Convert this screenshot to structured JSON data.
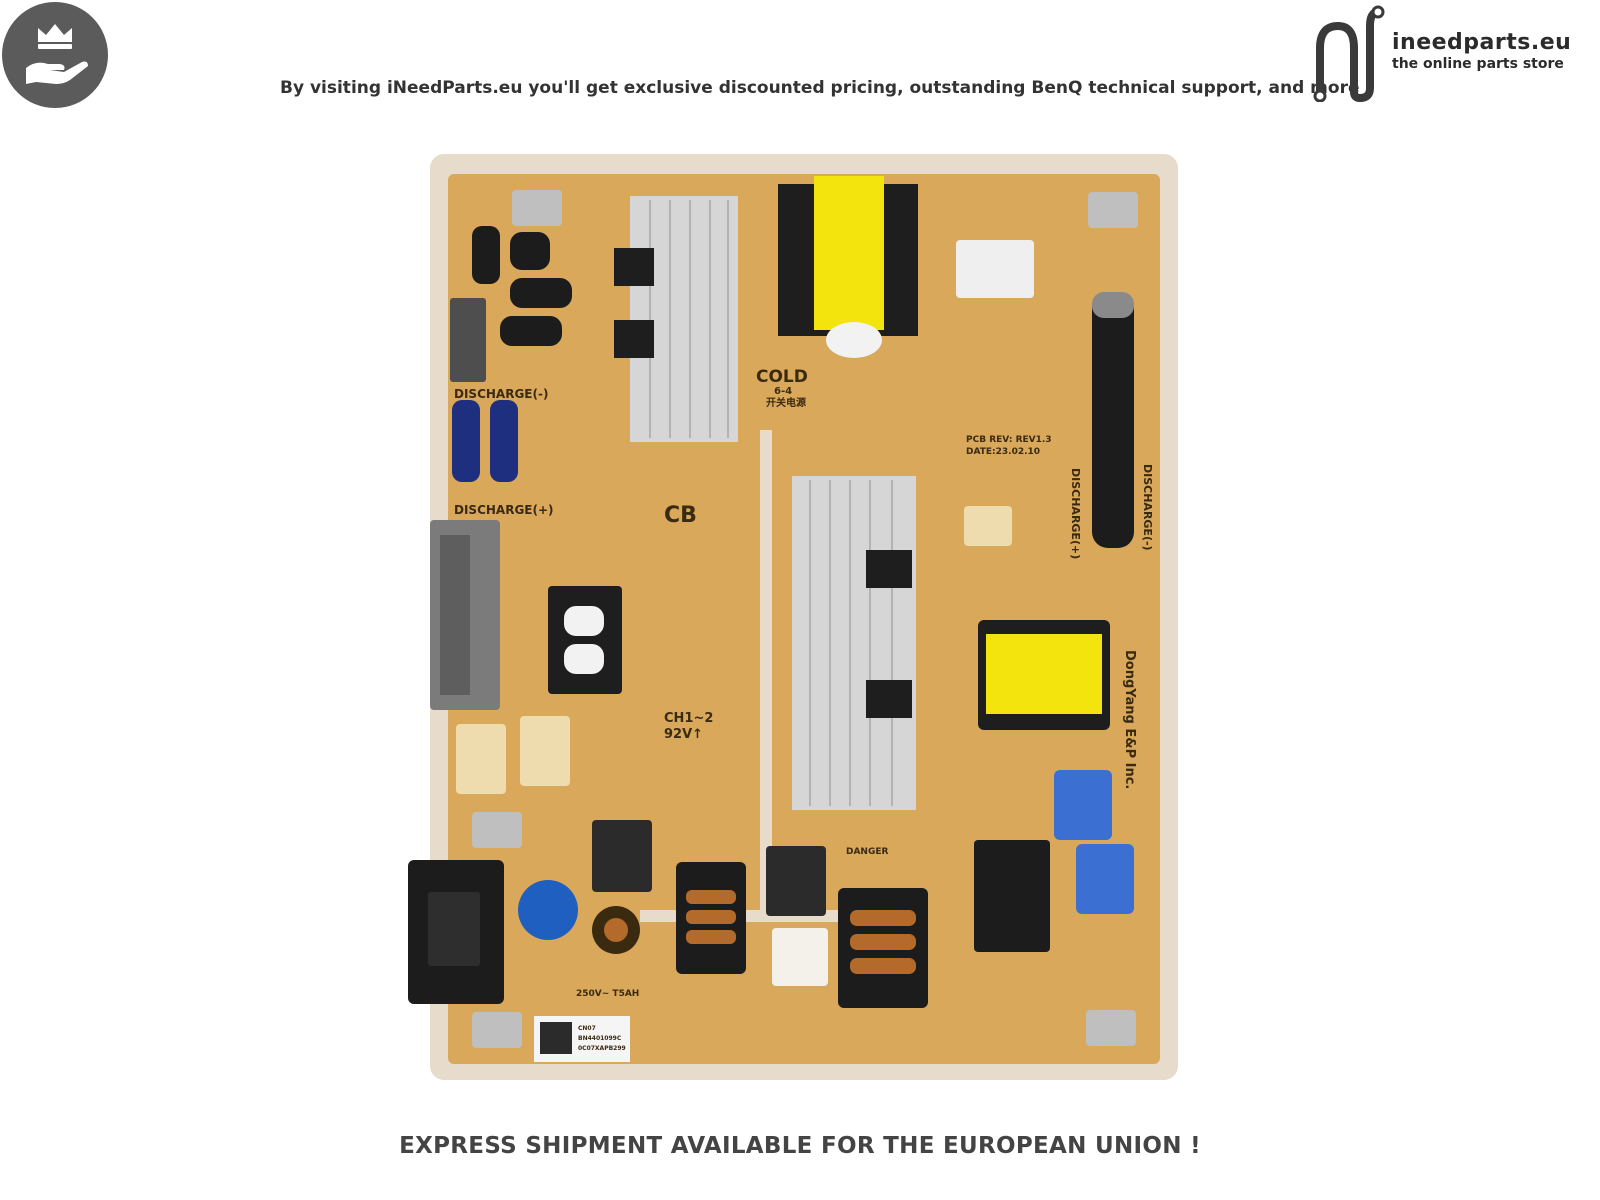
{
  "header": {
    "tagline": "By visiting iNeedParts.eu you'll get exclusive discounted pricing, outstanding BenQ technical support, and more",
    "badge_icon": "crown-hand-icon"
  },
  "logo": {
    "name": "ineedparts.eu",
    "tagline": "the online parts store",
    "icon": "plug-cable-icon"
  },
  "board": {
    "labels": {
      "discharge_minus_left": "DISCHARGE(-)",
      "discharge_plus_left": "DISCHARGE(+)",
      "cold": "COLD",
      "cold_sub": "6-4",
      "cold_cn": "开关电源",
      "cb": "CB",
      "ch": "CH1~2",
      "ch_v": "92V↑",
      "discharge_plus_right": "DISCHARGE(+)",
      "discharge_minus_right": "DISCHARGE(-)",
      "danger": "DANGER",
      "maker": "DongYang E&P Inc.",
      "pcb_rev": "PCB REV: REV1.3",
      "pcb_date": "DATE:23.02.10",
      "label_code": "BN4401099C",
      "label_cn": "CN07",
      "label_serial": "0C07XAPB299",
      "fuse": "250V~ T5AH"
    },
    "colors": {
      "pcb": "#d9a85b",
      "border": "#e7dccb",
      "heatsink": "#d6d6d6",
      "transformer": "#f2e40c",
      "capacitor_blue": "#1f5fbf"
    }
  },
  "footer": {
    "text": "EXPRESS SHIPMENT AVAILABLE FOR THE EUROPEAN UNION !"
  }
}
